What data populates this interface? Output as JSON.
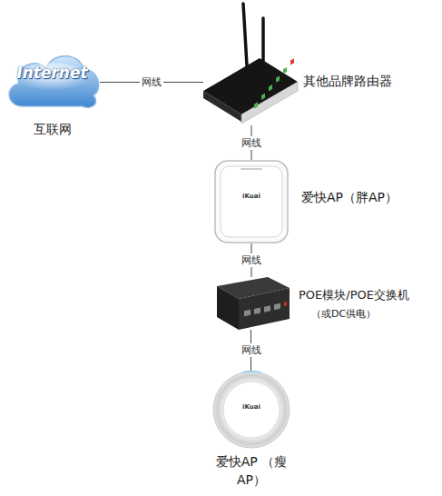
{
  "diagram": {
    "nodes": [
      {
        "text": [
          "Internet",
          "互联网"
        ]
      },
      {
        "text": [
          "其他品牌路由器"
        ]
      },
      {
        "text": [
          "iKuai",
          "爱快AP（胖AP）"
        ]
      },
      {
        "text": [
          "POE模块/POE交换机",
          "（或DC供电）"
        ]
      },
      {
        "text": [
          "iKuai",
          "爱快AP （瘦AP）"
        ]
      }
    ],
    "edges": [
      {
        "from": 0,
        "to": 1,
        "label": "网线",
        "arrow": "none"
      },
      {
        "from": 1,
        "to": 2,
        "label": "网线",
        "arrow": "none"
      },
      {
        "from": 2,
        "to": 3,
        "label": "网线",
        "arrow": "none"
      },
      {
        "from": 3,
        "to": 4,
        "label": "网线",
        "arrow": "none"
      }
    ]
  }
}
